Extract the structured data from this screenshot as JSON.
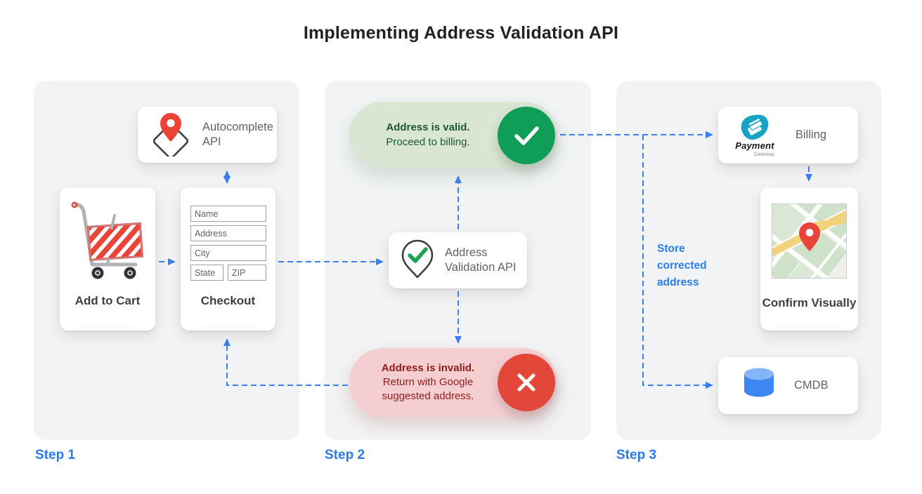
{
  "title": "Implementing Address Validation API",
  "steps": {
    "s1": "Step 1",
    "s2": "Step 2",
    "s3": "Step 3"
  },
  "step1": {
    "autocomplete_label": "Autocomplete API",
    "add_to_cart_label": "Add to Cart",
    "checkout_label": "Checkout",
    "form": {
      "name": "Name",
      "address": "Address",
      "city": "City",
      "state": "State",
      "zip": "ZIP"
    }
  },
  "step2": {
    "validation_label": "Address Validation API",
    "valid": {
      "title": "Address is valid.",
      "subtitle": "Proceed to billing."
    },
    "invalid": {
      "title": "Address is invalid.",
      "subtitle": "Return with Google suggested address."
    }
  },
  "step3": {
    "billing_label": "Billing",
    "payment_logo": {
      "line1": "Payment",
      "line2": "Gateway"
    },
    "confirm_label": "Confirm Visually",
    "cmdb_label": "CMDB",
    "store_note": "Store corrected address"
  },
  "colors": {
    "accent_blue": "#3b7ef2",
    "step_blue": "#2b7ce9",
    "valid_green": "#0f9d58",
    "valid_bg": "#d9e6d3",
    "valid_text": "#1d5733",
    "invalid_red": "#e2473a",
    "invalid_bg": "#f5ced2",
    "invalid_text": "#8f1d1d",
    "panel_gray": "#f1f3f4",
    "text_gray": "#5f6368",
    "payment_teal": "#17a3c7",
    "cart_red": "#e8443a"
  }
}
